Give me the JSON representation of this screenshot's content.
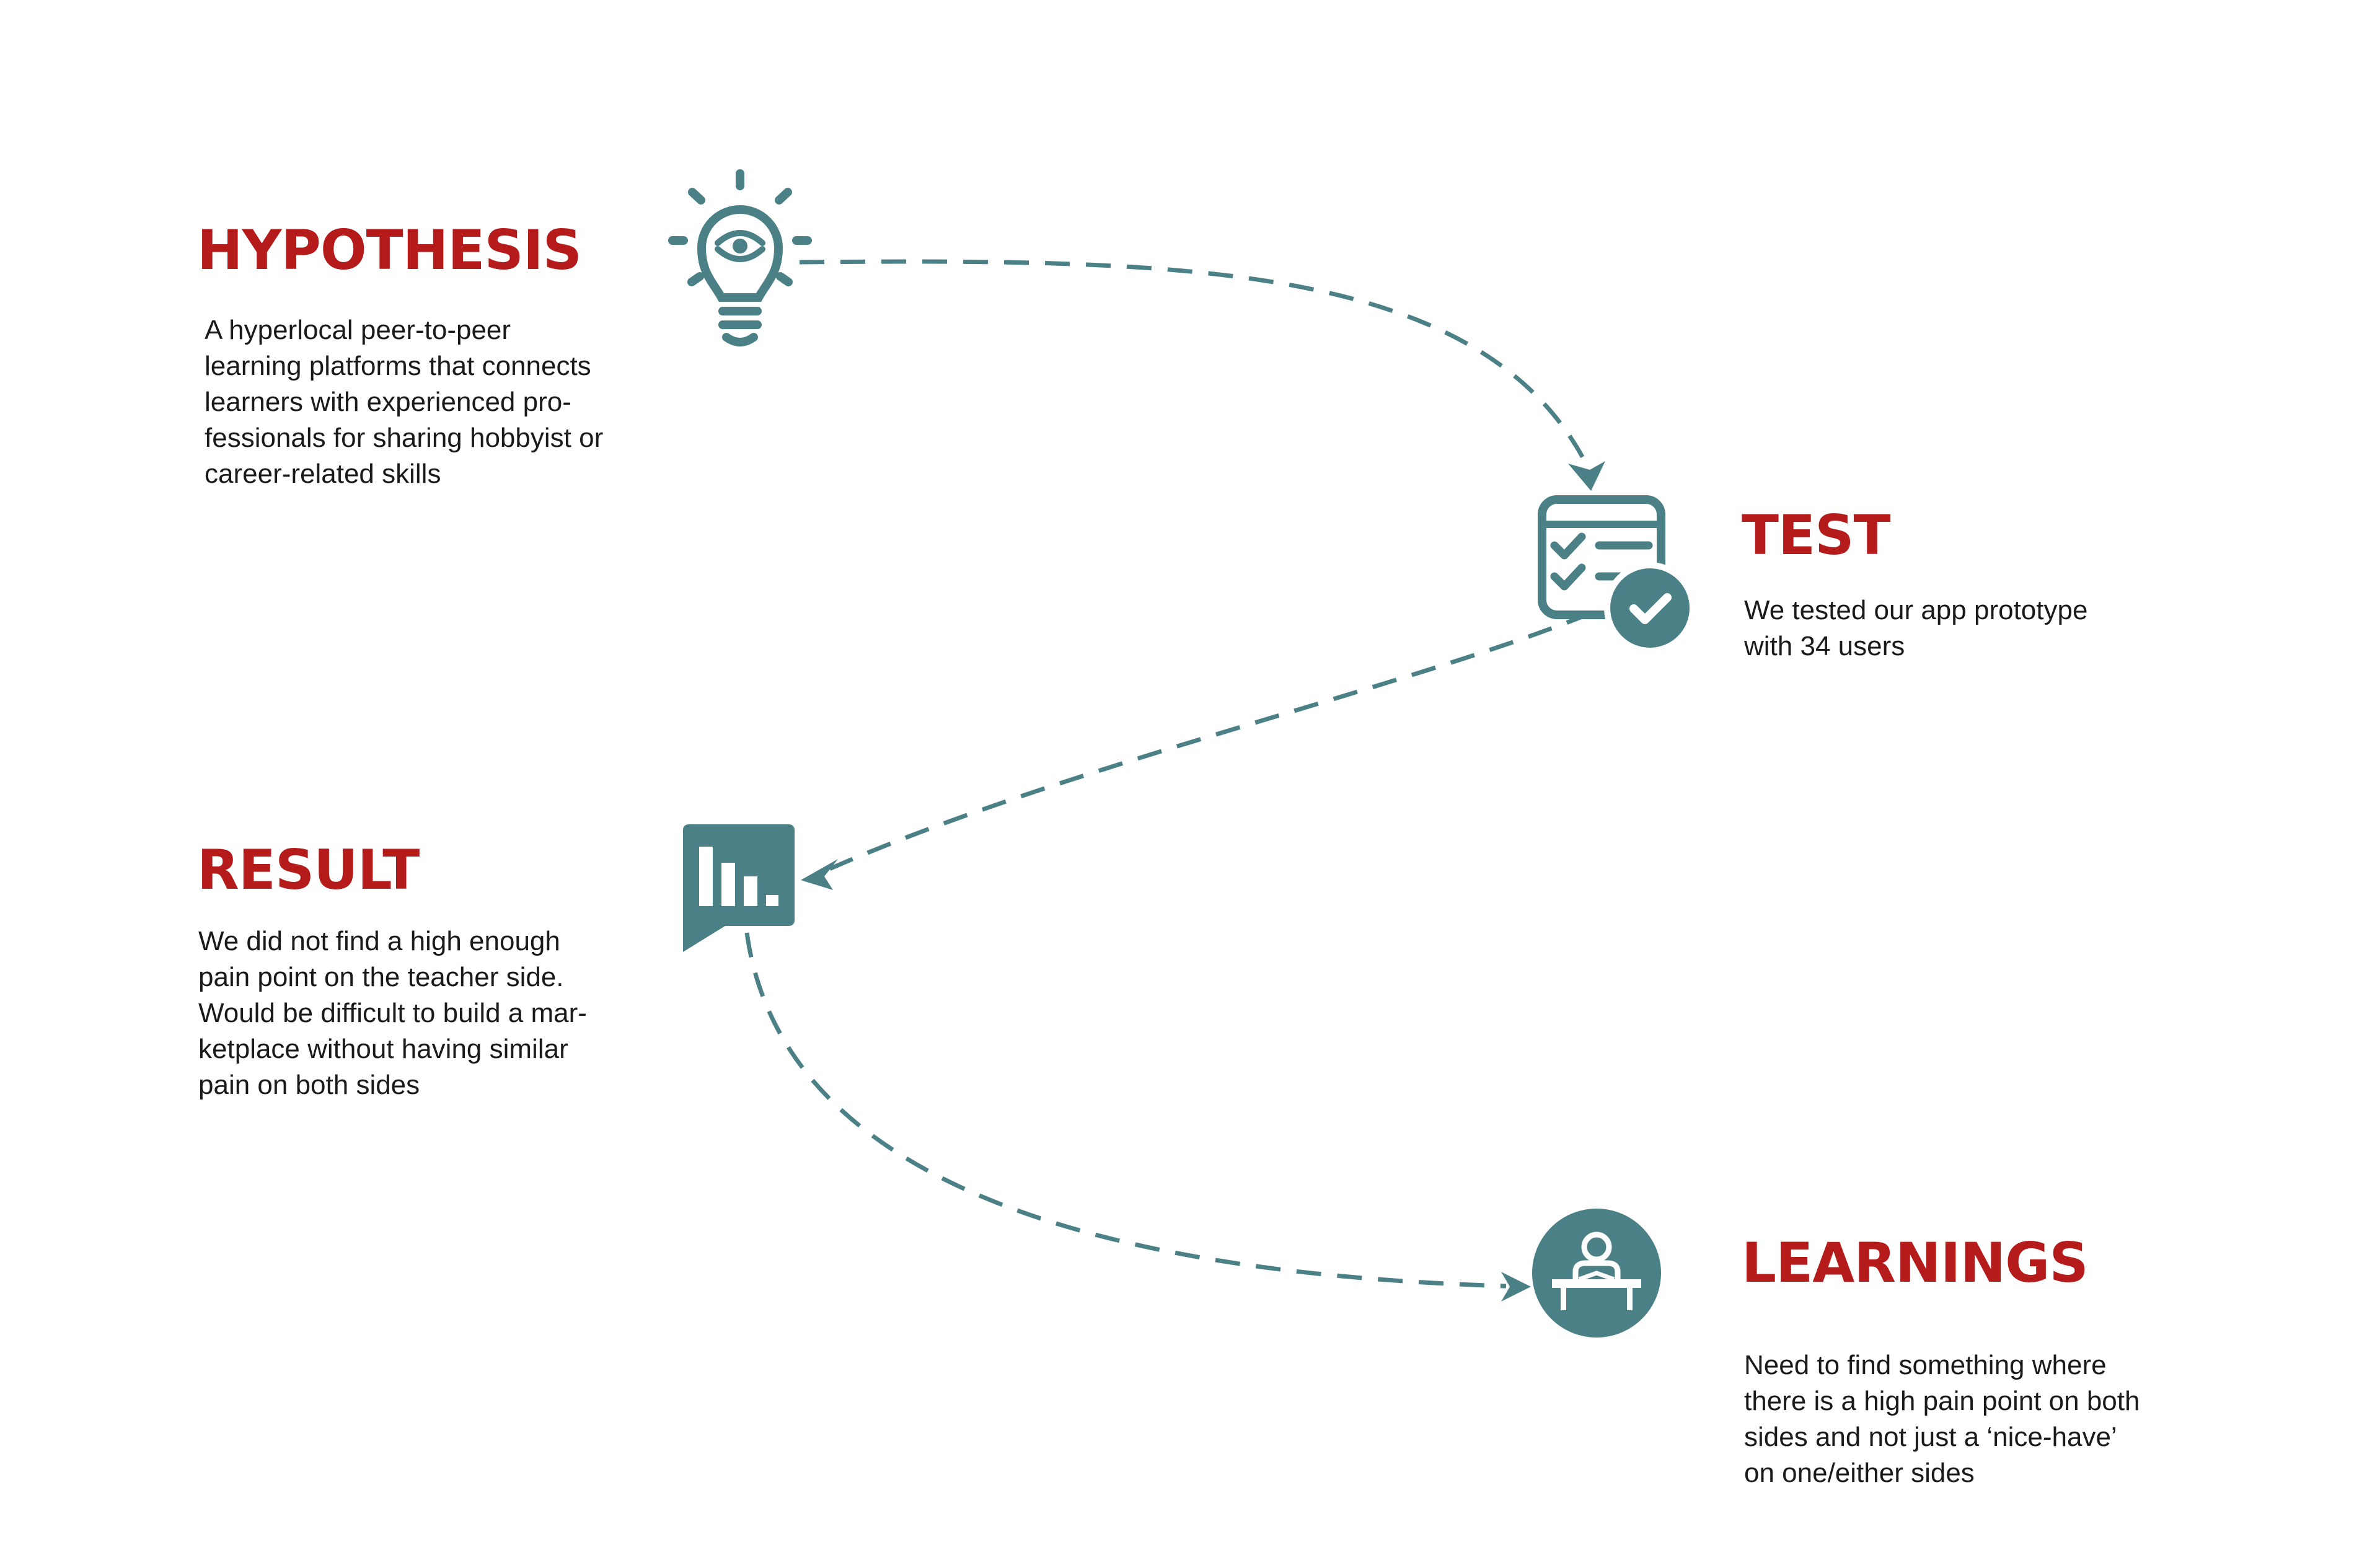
{
  "colors": {
    "accent": "#b51b1b",
    "icon": "#4b8186",
    "text": "#1a1a1a",
    "background": "#ffffff"
  },
  "steps": {
    "hypothesis": {
      "title": "HYPOTHESIS",
      "text": "A hyperlocal peer-to-peer\nlearning platforms that connects\nlearners with experienced pro-\nfessionals for sharing hobbyist or\ncareer-related skills",
      "icon": "lightbulb-icon"
    },
    "test": {
      "title": "TEST",
      "text": "We tested our app prototype\nwith 34 users",
      "icon": "checklist-icon"
    },
    "result": {
      "title": "RESULT",
      "text": "We did not find a high enough\npain point on the teacher side.\nWould be difficult to build a mar-\nketplace without having similar\npain on both sides",
      "icon": "bar-chart-icon"
    },
    "learnings": {
      "title": "LEARNINGS",
      "text": "Need to find something where\nthere is a high pain point on both\nsides and not just a ‘nice-have’\non one/either sides",
      "icon": "student-desk-icon"
    }
  }
}
